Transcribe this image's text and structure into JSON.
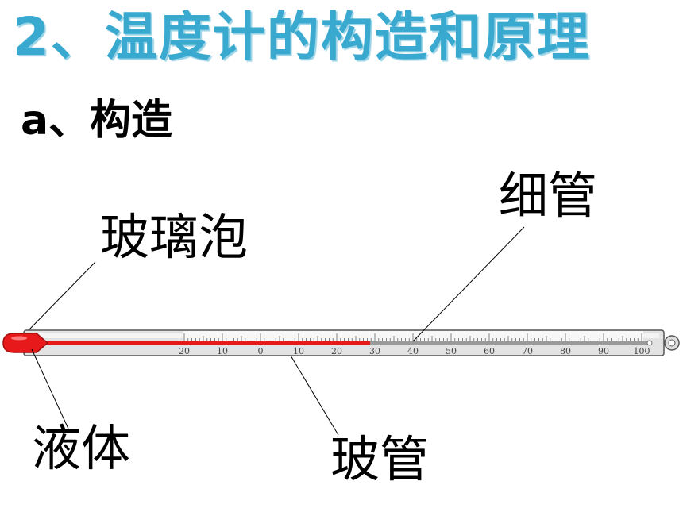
{
  "heading": {
    "title": "2、温度计的构造和原理",
    "section": "a、构造"
  },
  "labels": {
    "glass_bulb": "玻璃泡",
    "capillary": "细管",
    "liquid": "液体",
    "glass_tube": "玻管"
  },
  "thermometer": {
    "scale_labels": [
      "20",
      "10",
      "0",
      "10",
      "20",
      "30",
      "40",
      "50",
      "60",
      "70",
      "80",
      "90",
      "100"
    ],
    "liquid_reading_label": "30",
    "colors": {
      "liquid": "#e8191b",
      "title": "#39a9cf",
      "tube": "#dcdcdc"
    }
  }
}
